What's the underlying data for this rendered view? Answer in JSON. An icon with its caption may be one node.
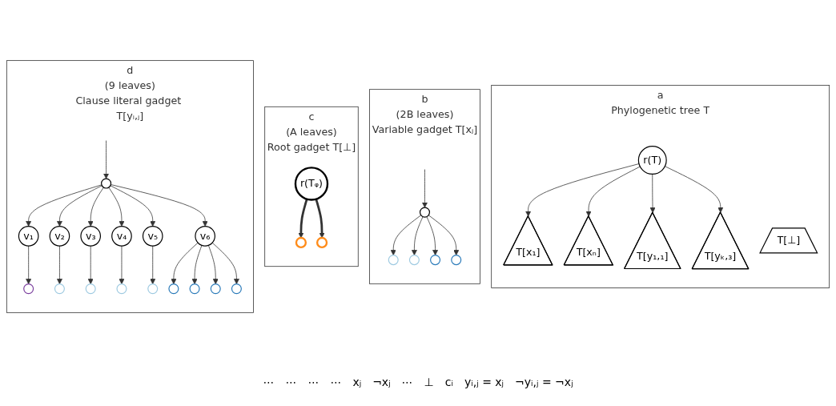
{
  "diagram": {
    "nodes": [
      {
        "text": [
          "a",
          "Phylogenetic tree T"
        ]
      },
      {
        "text": [
          "r(T)"
        ],
        "in": 0
      },
      {
        "text": [
          "T[x₁]"
        ],
        "in": 0
      },
      {
        "text": [
          "T[xₙ]"
        ],
        "in": 0
      },
      {
        "text": [
          "T[⊥]"
        ],
        "in": 0
      },
      {
        "text": [
          "T[y₁,₁]"
        ],
        "in": 0
      },
      {
        "text": [
          "T[yₖ,₃]"
        ],
        "in": 0
      },
      {
        "text": [
          "b",
          "(2B leaves)",
          "Variable gadget T[xⱼ]"
        ]
      },
      {
        "text": [],
        "shape": "circle",
        "in": 7
      },
      {
        "text": [],
        "shape": "circle",
        "in": 7
      },
      {
        "text": [],
        "shape": "circle",
        "in": 7
      },
      {
        "text": [],
        "shape": "circle",
        "in": 7
      },
      {
        "text": [],
        "shape": "circle",
        "in": 7
      },
      {
        "text": [
          "c",
          "(A leaves)",
          "Root gadget T[⊥]"
        ]
      },
      {
        "text": [
          "r(Tᵩ)"
        ],
        "in": 13
      },
      {
        "text": [],
        "shape": "circle",
        "in": 13
      },
      {
        "text": [],
        "shape": "circle",
        "in": 13
      },
      {
        "text": [
          "d",
          "(9 leaves)",
          "Clause literal gadget T[yᵢ,ⱼ]"
        ]
      },
      {
        "text": [],
        "shape": "circle",
        "in": 17
      },
      {
        "text": [
          "v₁"
        ],
        "in": 17
      },
      {
        "text": [
          "v₂"
        ],
        "in": 17
      },
      {
        "text": [
          "v₃"
        ],
        "in": 17
      },
      {
        "text": [
          "v₄"
        ],
        "in": 17
      },
      {
        "text": [
          "v₅"
        ],
        "in": 17
      },
      {
        "text": [
          "v₆"
        ],
        "in": 17
      },
      {
        "text": [],
        "shape": "circle",
        "in": 17
      },
      {
        "text": [],
        "shape": "circle",
        "in": 17
      },
      {
        "text": [],
        "shape": "circle",
        "in": 17
      },
      {
        "text": [],
        "shape": "circle",
        "in": 17
      },
      {
        "text": [],
        "shape": "circle",
        "in": 17
      },
      {
        "text": [],
        "shape": "circle",
        "in": 17
      },
      {
        "text": [],
        "shape": "circle",
        "in": 17
      },
      {
        "text": [],
        "shape": "circle",
        "in": 17
      },
      {
        "text": [],
        "shape": "circle",
        "in": 17
      }
    ],
    "edges": [
      {
        "from": 1,
        "to": 2,
        "arrow": "to"
      },
      {
        "from": 1,
        "to": 3,
        "arrow": "to"
      },
      {
        "from": 1,
        "to": 5,
        "arrow": "to"
      },
      {
        "from": 1,
        "to": 6,
        "arrow": "to"
      },
      {
        "from": null,
        "to": 8,
        "arrow": "to"
      },
      {
        "from": 8,
        "to": 9,
        "arrow": "to"
      },
      {
        "from": 8,
        "to": 10,
        "arrow": "to"
      },
      {
        "from": 8,
        "to": 11,
        "arrow": "to"
      },
      {
        "from": 8,
        "to": 12,
        "arrow": "to"
      },
      {
        "from": 14,
        "to": 15,
        "arrow": "to",
        "style": "thick"
      },
      {
        "from": 14,
        "to": 16,
        "arrow": "to",
        "style": "thick"
      },
      {
        "from": null,
        "to": 18,
        "arrow": "to"
      },
      {
        "from": 18,
        "to": 19,
        "arrow": "to"
      },
      {
        "from": 18,
        "to": 20,
        "arrow": "to"
      },
      {
        "from": 18,
        "to": 21,
        "arrow": "to"
      },
      {
        "from": 18,
        "to": 22,
        "arrow": "to"
      },
      {
        "from": 18,
        "to": 23,
        "arrow": "to"
      },
      {
        "from": 18,
        "to": 24,
        "arrow": "to"
      },
      {
        "from": 19,
        "to": 25,
        "arrow": "to"
      },
      {
        "from": 20,
        "to": 26,
        "arrow": "to"
      },
      {
        "from": 21,
        "to": 27,
        "arrow": "to"
      },
      {
        "from": 22,
        "to": 28,
        "arrow": "to"
      },
      {
        "from": 23,
        "to": 29,
        "arrow": "to"
      },
      {
        "from": 24,
        "to": 30,
        "arrow": "to"
      },
      {
        "from": 24,
        "to": 31,
        "arrow": "to"
      },
      {
        "from": 24,
        "to": 32,
        "arrow": "to"
      },
      {
        "from": 24,
        "to": 33,
        "arrow": "to"
      }
    ],
    "labels": [
      "⋯",
      "⋯",
      "⋯",
      "⋯",
      "xⱼ",
      "¬xⱼ",
      "⋯",
      "⊥",
      "cᵢ",
      "yᵢ,ⱼ = xⱼ",
      "¬yᵢ,ⱼ = ¬xⱼ"
    ]
  }
}
